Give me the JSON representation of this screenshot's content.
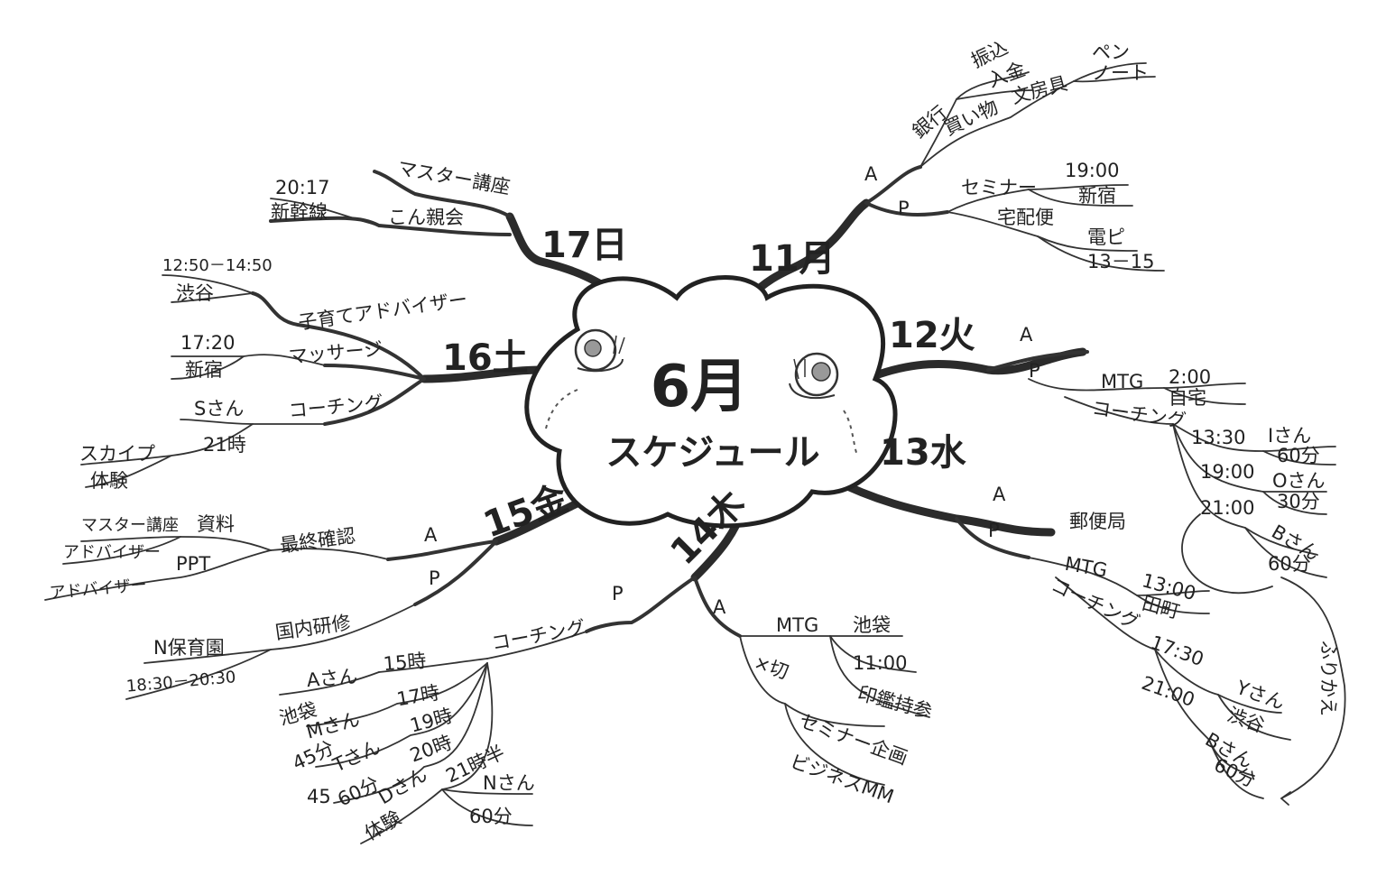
{
  "center": {
    "title": "6月",
    "subtitle": "スケジュール"
  },
  "days": {
    "d11": {
      "label": "11月",
      "am": "A",
      "pm": "P",
      "am_items": {
        "bank": "銀行",
        "furikomi": "振込",
        "nyukin": "入金",
        "shopping": "買い物",
        "stationery": "文房具",
        "pen": "ペン",
        "note": "ノート"
      },
      "pm_items": {
        "seminar": "セミナー",
        "time": "19:00",
        "place": "新宿",
        "delivery": "宅配便",
        "denpi": "電ピ",
        "deltime": "13－15"
      }
    },
    "d12": {
      "label": "12火",
      "am": "A",
      "pm": "P",
      "pm_items": {
        "mtg": "MTG",
        "mtg_time": "2:00",
        "mtg_place": "自宅",
        "coaching": "コーチング",
        "t1": "13:30",
        "p1": "Iさん",
        "m1": "60分",
        "t2": "19:00",
        "p2": "Oさん",
        "m2": "30分",
        "t3": "21:00",
        "p3": "Bさん",
        "m3": "60分"
      }
    },
    "d13": {
      "label": "13水",
      "am": "A",
      "pm": "P",
      "am_items": {
        "postoffice": "郵便局"
      },
      "pm_items": {
        "mtg": "MTG",
        "mtg_time": "13:00",
        "mtg_place": "田町",
        "coaching": "コーチング",
        "t1": "17:30",
        "p1": "Yさん",
        "place1": "渋谷",
        "t2": "21:00",
        "p2": "Bさん",
        "m2": "60分",
        "furikae": "ふりかえ"
      }
    },
    "d14": {
      "label": "14木",
      "am": "A",
      "pm": "P",
      "am_items": {
        "mtg": "MTG",
        "mtg_place": "池袋",
        "mtg_time": "11:00",
        "seal": "印鑑持参",
        "cut": "×切",
        "seminar_plan": "セミナー企画",
        "business": "ビジネスMM"
      },
      "pm_items": {
        "coaching": "コーチング",
        "t1": "15時",
        "p1": "Aさん",
        "place1": "池袋",
        "t2": "17時",
        "p2": "Mさん",
        "m2": "45分",
        "t3": "19時",
        "p3": "Tさん",
        "m3": "60分",
        "t4": "20時",
        "p4": "Dさん",
        "m4": "45",
        "trial": "体験",
        "t5": "21時半",
        "p5": "Nさん",
        "m5": "60分"
      }
    },
    "d15": {
      "label": "15金",
      "am": "A",
      "pm": "P",
      "am_items": {
        "final": "最終確認",
        "material": "資料",
        "master": "マスター講座",
        "adviser1": "アドバイザー",
        "ppt": "PPT",
        "adviser2": "アドバイザー"
      },
      "pm_items": {
        "training": "国内研修",
        "hoikuen": "N保育園",
        "time": "18:30－20:30"
      }
    },
    "d16": {
      "label": "16土",
      "items": {
        "advisor": "子育てアドバイザー",
        "time1": "12:50－14:50",
        "place1": "渋谷",
        "massage": "マッサージ",
        "time2": "17:20",
        "place2": "新宿",
        "coaching": "コーチング",
        "person": "Sさん",
        "time3": "21時",
        "skype": "スカイプ",
        "trial": "体験"
      }
    },
    "d17": {
      "label": "17日",
      "items": {
        "master": "マスター講座",
        "party": "こん親会",
        "shinkansen": "新幹線",
        "time": "20:17"
      }
    }
  }
}
